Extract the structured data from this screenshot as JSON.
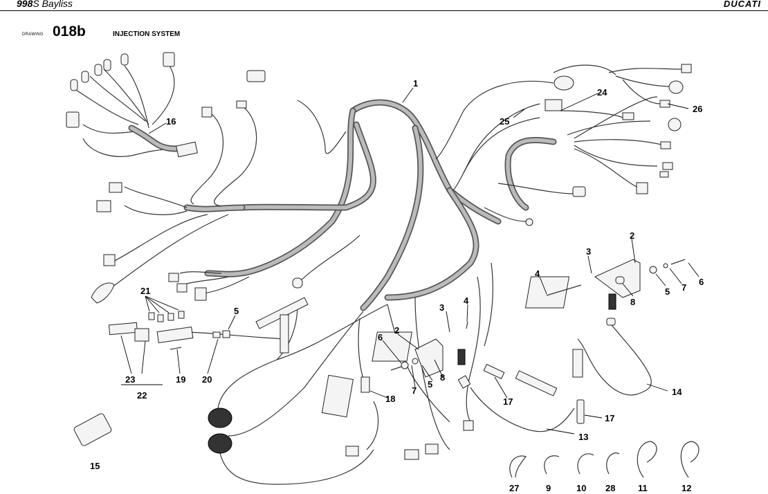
{
  "header": {
    "model_bold": "998",
    "model_rest": "S Bayliss",
    "brand": "DUCATI"
  },
  "drawing": {
    "label": "DRAWING",
    "number": "018b",
    "title": "INJECTION SYSTEM"
  },
  "callouts": [
    "1",
    "2",
    "3",
    "4",
    "6",
    "7",
    "8",
    "5",
    "14",
    "16",
    "24",
    "25",
    "26",
    "21",
    "5",
    "23",
    "22",
    "19",
    "20",
    "3",
    "4",
    "2",
    "6",
    "5",
    "7",
    "8",
    "17",
    "17",
    "13",
    "18",
    "15",
    "27",
    "9",
    "10",
    "28",
    "11",
    "12"
  ]
}
